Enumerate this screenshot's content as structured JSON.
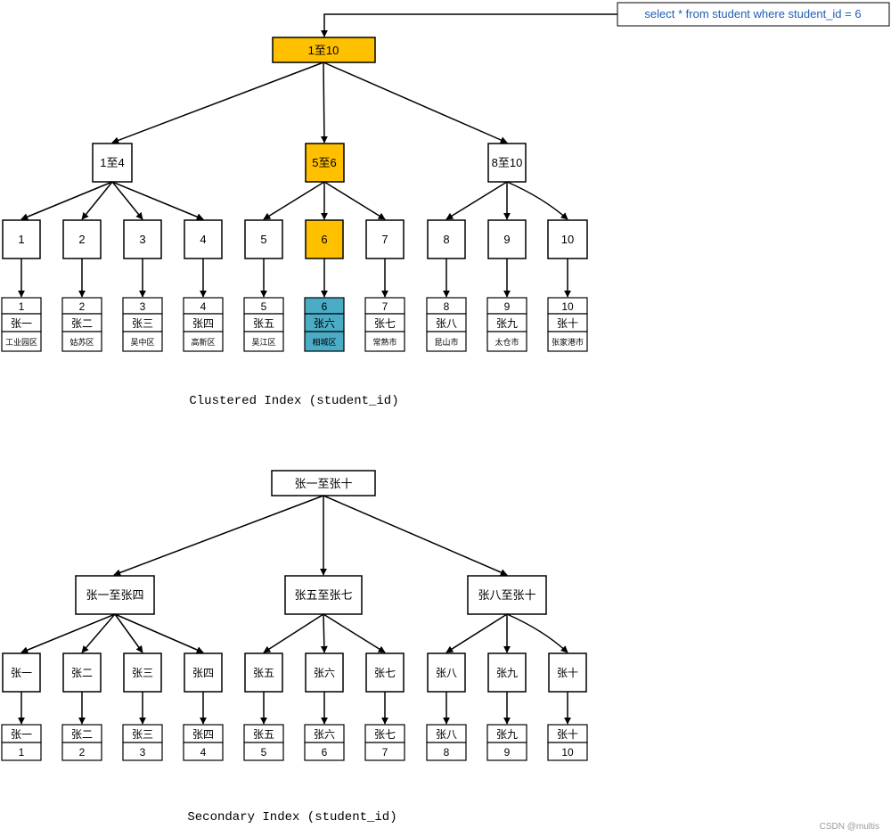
{
  "colors": {
    "highlight": "#ffc000",
    "record_highlight": "#4bacc6",
    "query_text": "#1f5fb4",
    "line": "#000000"
  },
  "query": "select * from student where student_id = 6",
  "clustered": {
    "caption": "Clustered Index (student_id)",
    "root": "1至10",
    "level1": [
      "1至4",
      "5至6",
      "8至10"
    ],
    "leaves": [
      "1",
      "2",
      "3",
      "4",
      "5",
      "6",
      "7",
      "8",
      "9",
      "10"
    ],
    "records": [
      {
        "id": "1",
        "name": "张一",
        "area": "工业园区"
      },
      {
        "id": "2",
        "name": "张二",
        "area": "姑苏区"
      },
      {
        "id": "3",
        "name": "张三",
        "area": "吴中区"
      },
      {
        "id": "4",
        "name": "张四",
        "area": "高新区"
      },
      {
        "id": "5",
        "name": "张五",
        "area": "吴江区"
      },
      {
        "id": "6",
        "name": "张六",
        "area": "相城区"
      },
      {
        "id": "7",
        "name": "张七",
        "area": "常熟市"
      },
      {
        "id": "8",
        "name": "张八",
        "area": "昆山市"
      },
      {
        "id": "9",
        "name": "张九",
        "area": "太仓市"
      },
      {
        "id": "10",
        "name": "张十",
        "area": "张家港市"
      }
    ]
  },
  "secondary": {
    "caption": "Secondary Index (student_id)",
    "root": "张一至张十",
    "level1": [
      "张一至张四",
      "张五至张七",
      "张八至张十"
    ],
    "leaves": [
      "张一",
      "张二",
      "张三",
      "张四",
      "张五",
      "张六",
      "张七",
      "张八",
      "张九",
      "张十"
    ],
    "records": [
      {
        "name": "张一",
        "id": "1"
      },
      {
        "name": "张二",
        "id": "2"
      },
      {
        "name": "张三",
        "id": "3"
      },
      {
        "name": "张四",
        "id": "4"
      },
      {
        "name": "张五",
        "id": "5"
      },
      {
        "name": "张六",
        "id": "6"
      },
      {
        "name": "张七",
        "id": "7"
      },
      {
        "name": "张八",
        "id": "8"
      },
      {
        "name": "张九",
        "id": "9"
      },
      {
        "name": "张十",
        "id": "10"
      }
    ]
  },
  "watermark": "CSDN @multis"
}
